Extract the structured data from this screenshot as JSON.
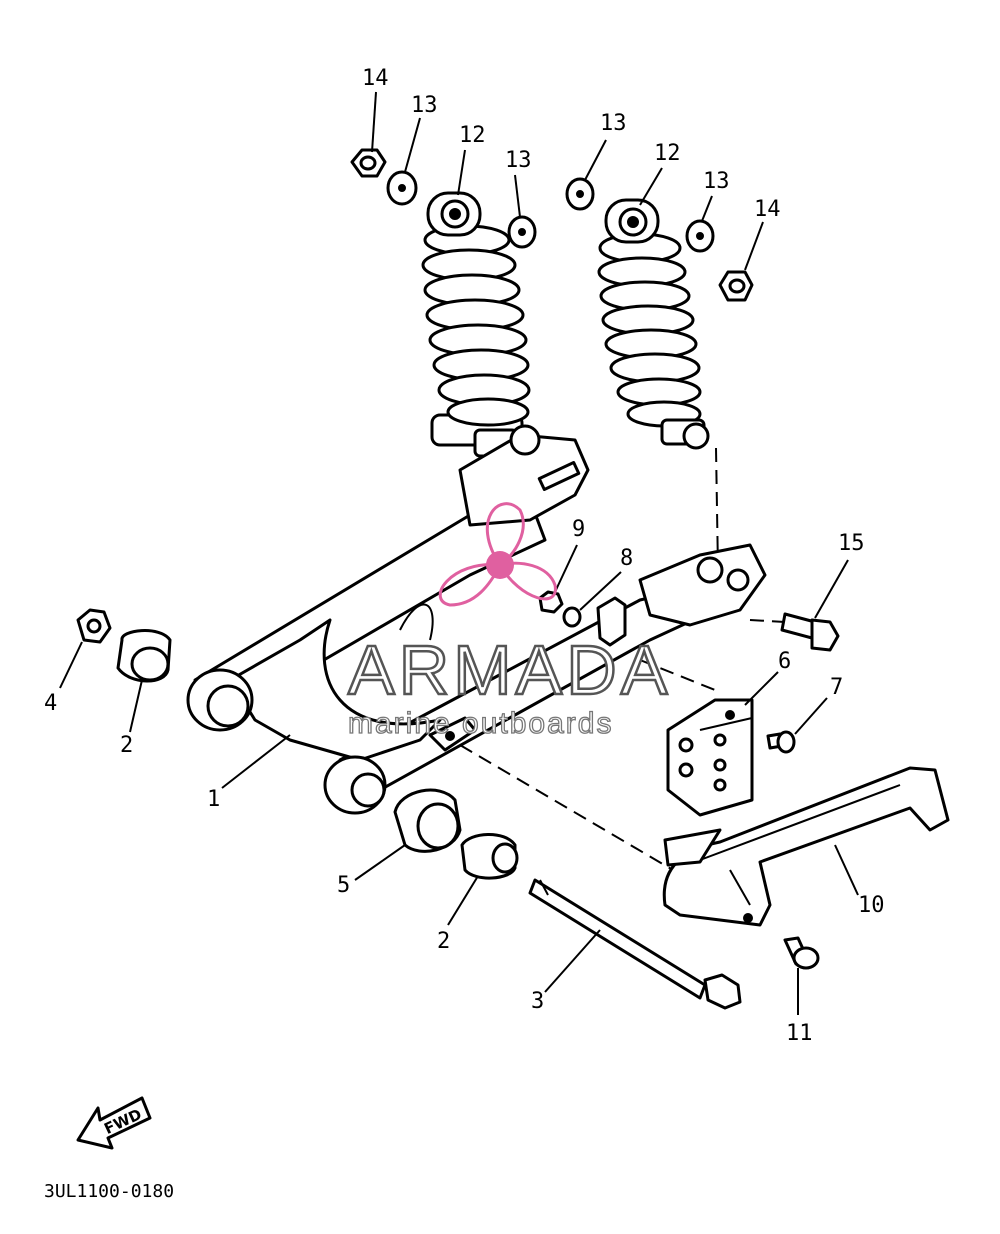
{
  "callouts": [
    {
      "id": "c14a",
      "label": "14"
    },
    {
      "id": "c13a",
      "label": "13"
    },
    {
      "id": "c12a",
      "label": "12"
    },
    {
      "id": "c13b",
      "label": "13"
    },
    {
      "id": "c13c",
      "label": "13"
    },
    {
      "id": "c12b",
      "label": "12"
    },
    {
      "id": "c13d",
      "label": "13"
    },
    {
      "id": "c14b",
      "label": "14"
    },
    {
      "id": "c9",
      "label": "9"
    },
    {
      "id": "c8",
      "label": "8"
    },
    {
      "id": "c15",
      "label": "15"
    },
    {
      "id": "c6",
      "label": "6"
    },
    {
      "id": "c7",
      "label": "7"
    },
    {
      "id": "c4",
      "label": "4"
    },
    {
      "id": "c2a",
      "label": "2"
    },
    {
      "id": "c1",
      "label": "1"
    },
    {
      "id": "c5",
      "label": "5"
    },
    {
      "id": "c2b",
      "label": "2"
    },
    {
      "id": "c10",
      "label": "10"
    },
    {
      "id": "c3",
      "label": "3"
    },
    {
      "id": "c11",
      "label": "11"
    }
  ],
  "fwd_label": "FWD",
  "diagram_code": "3UL1100-0180",
  "watermark": {
    "title": "ARMADA",
    "subtitle": "marine outboards",
    "color": "#e060a0"
  }
}
